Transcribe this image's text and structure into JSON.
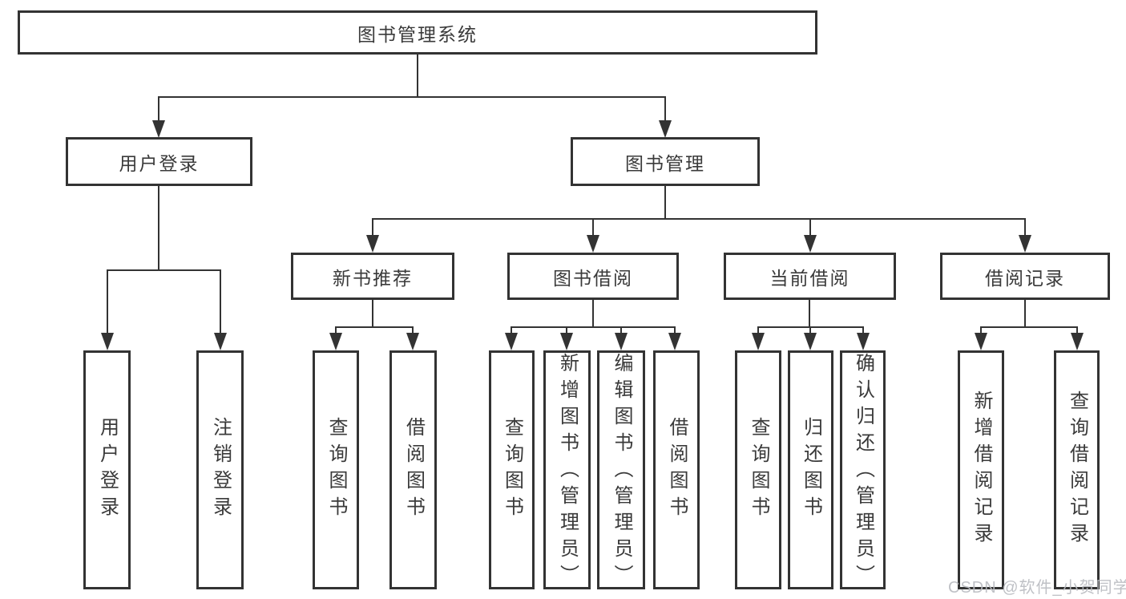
{
  "page": {
    "background": "#ffffff"
  },
  "watermark": {
    "text": "CSDN @软件_小贺同学",
    "color": "#b9bbc0"
  },
  "diagram": {
    "type": "tree",
    "line_color": "#333333",
    "box_border_color": "#333333",
    "text_color": "#3a3a3a",
    "root": {
      "label": "图书管理系统"
    },
    "branches": [
      {
        "label": "用户登录",
        "children": [
          {
            "label": "用户登录"
          },
          {
            "label": "注销登录"
          }
        ]
      },
      {
        "label": "图书管理",
        "children": [
          {
            "label": "新书推荐",
            "children": [
              {
                "label": "查询图书"
              },
              {
                "label": "借阅图书"
              }
            ]
          },
          {
            "label": "图书借阅",
            "children": [
              {
                "label": "查询图书"
              },
              {
                "label": "新增图书（管理员）"
              },
              {
                "label": "编辑图书（管理员）"
              },
              {
                "label": "借阅图书"
              }
            ]
          },
          {
            "label": "当前借阅",
            "children": [
              {
                "label": "查询图书"
              },
              {
                "label": "归还图书"
              },
              {
                "label": "确认归还（管理员）"
              }
            ]
          },
          {
            "label": "借阅记录",
            "children": [
              {
                "label": "新增借阅记录"
              },
              {
                "label": "查询借阅记录"
              }
            ]
          }
        ]
      }
    ]
  }
}
